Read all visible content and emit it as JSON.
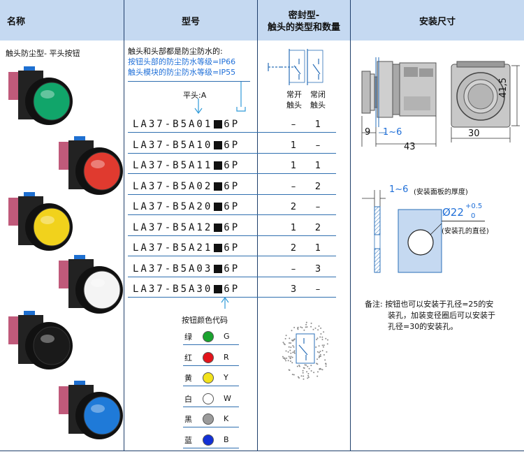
{
  "headers": {
    "name": "名称",
    "model": "型号",
    "sealed_line1": "密封型-",
    "sealed_line2": "触头的类型和数量",
    "dims": "安装尺寸"
  },
  "product_name": "触头防尘型- 平头按钮",
  "intro": {
    "line1": "触头和头部都是防尘防水的:",
    "line2": "按钮头部的防尘防水等级=IP66",
    "line3": "触头模块的防尘防水等级=IP55",
    "head_label": "平头:A"
  },
  "contact_labels": {
    "no_line1": "常开",
    "no_line2": "触头",
    "nc_line1": "常闭",
    "nc_line2": "触头"
  },
  "models": [
    {
      "prefix": "LA37-B5A01",
      "suffix": "6P",
      "no": "–",
      "nc": "1"
    },
    {
      "prefix": "LA37-B5A10",
      "suffix": "6P",
      "no": "1",
      "nc": "–"
    },
    {
      "prefix": "LA37-B5A11",
      "suffix": "6P",
      "no": "1",
      "nc": "1"
    },
    {
      "prefix": "LA37-B5A02",
      "suffix": "6P",
      "no": "–",
      "nc": "2"
    },
    {
      "prefix": "LA37-B5A20",
      "suffix": "6P",
      "no": "2",
      "nc": "–"
    },
    {
      "prefix": "LA37-B5A12",
      "suffix": "6P",
      "no": "1",
      "nc": "2"
    },
    {
      "prefix": "LA37-B5A21",
      "suffix": "6P",
      "no": "2",
      "nc": "1"
    },
    {
      "prefix": "LA37-B5A03",
      "suffix": "6P",
      "no": "–",
      "nc": "3"
    },
    {
      "prefix": "LA37-B5A30",
      "suffix": "6P",
      "no": "3",
      "nc": "–"
    }
  ],
  "color_code_title": "按钮颜色代码",
  "colors": [
    {
      "name": "绿",
      "code": "G",
      "hex": "#1aa32e"
    },
    {
      "name": "红",
      "code": "R",
      "hex": "#e3141b"
    },
    {
      "name": "黄",
      "code": "Y",
      "hex": "#f2e21b"
    },
    {
      "name": "白",
      "code": "W",
      "hex": "#ffffff"
    },
    {
      "name": "黑",
      "code": "K",
      "hex": "#9b9b9b"
    },
    {
      "name": "蓝",
      "code": "B",
      "hex": "#1230d6"
    }
  ],
  "button_photo_colors": [
    "#11a56a",
    "#e03a2f",
    "#f1d21c",
    "#f4f4f4",
    "#1a1a1a",
    "#1f7ad8"
  ],
  "dims": {
    "d9": "9",
    "d1_6": "1~6",
    "d43": "43",
    "d30": "30",
    "d41_5": "41,5",
    "panel_thickness": "1~6",
    "panel_thickness_note": "(安装面板的厚度)",
    "hole_dia": "Ø22",
    "tol_plus": "+0.5",
    "tol_zero": "0",
    "hole_note": "(安装孔的直径)"
  },
  "note": {
    "label": "备注:",
    "line1": "按钮也可以安装于孔径=25的安",
    "line2": "装孔，加装变径圈后可以安装于",
    "line3": "孔径=30的安装孔。"
  }
}
